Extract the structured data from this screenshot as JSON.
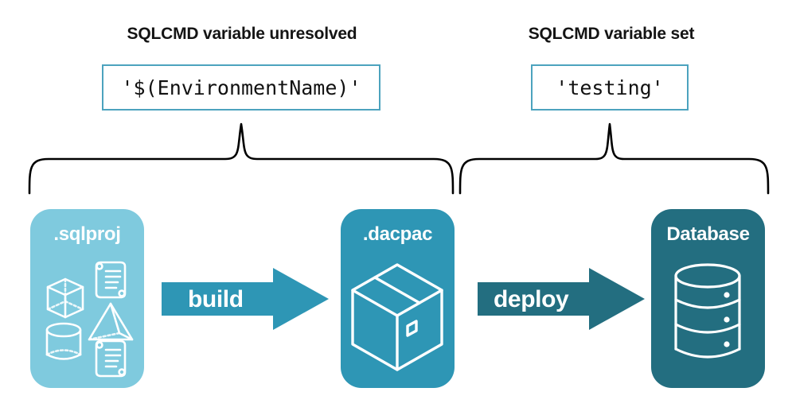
{
  "headings": {
    "left": "SQLCMD variable unresolved",
    "right": "SQLCMD variable set"
  },
  "value_boxes": {
    "left": "'$(EnvironmentName)'",
    "right": "'testing'"
  },
  "cards": [
    {
      "id": "sqlproj",
      "label": ".sqlproj",
      "color": "#7FCADE",
      "icons": [
        "cube-icon",
        "scroll-icon",
        "pyramid-icon",
        "cylinder-icon",
        "scroll-icon"
      ]
    },
    {
      "id": "dacpac",
      "label": ".dacpac",
      "color": "#2E96B5",
      "icons": [
        "package-box-icon"
      ]
    },
    {
      "id": "database",
      "label": "Database",
      "color": "#236E80",
      "icons": [
        "database-cylinder-icon"
      ]
    }
  ],
  "arrows": [
    {
      "id": "build",
      "label": "build",
      "color": "#2E96B5"
    },
    {
      "id": "deploy",
      "label": "deploy",
      "color": "#236E80"
    }
  ],
  "braces": [
    {
      "id": "brace-left",
      "spans": ".sqlproj to .dacpac"
    },
    {
      "id": "brace-right",
      "spans": ".dacpac to Database"
    }
  ],
  "colors": {
    "background": "#ffffff",
    "box_border": "#4CA3BE",
    "text": "#141414",
    "brace_stroke": "#000000",
    "light_teal": "#7FCADE",
    "mid_teal": "#2E96B5",
    "dark_teal": "#236E80"
  }
}
